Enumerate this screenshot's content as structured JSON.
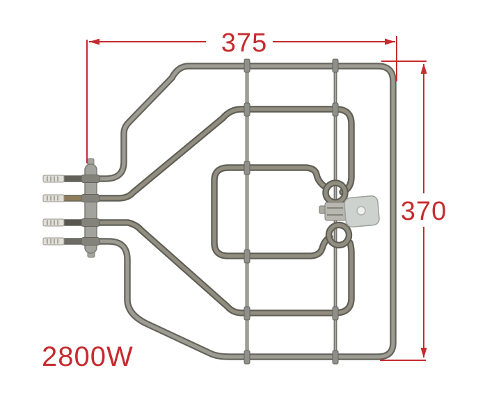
{
  "annotations": {
    "width_label": "375",
    "height_label": "370",
    "power_label": "2800W",
    "annotation_color": "#c62b2e"
  },
  "product_photo": {
    "subject": "oven grill heating element with four terminal pins, mounting flange and key-shaped bracket",
    "terminal_count": "4",
    "tube_color": "#9c9c93",
    "tube_edge_color": "#63635c",
    "terminal_color": "#e0dfd8",
    "flange_color": "#a3a39d",
    "bracket_plate_color": "#ced2cf",
    "background_color": "#ffffff"
  }
}
